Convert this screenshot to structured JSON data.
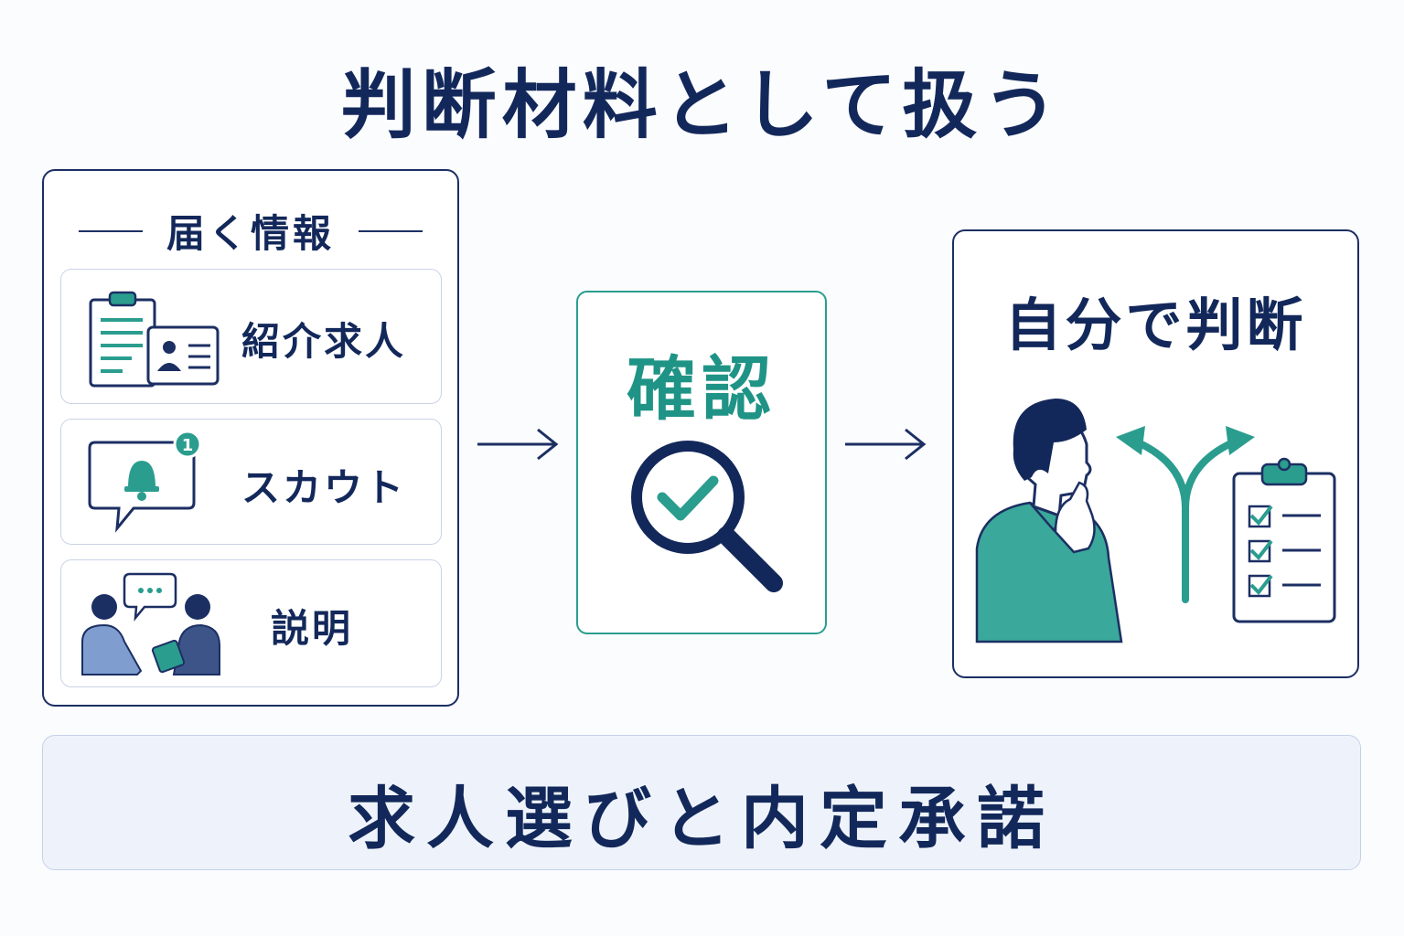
{
  "title": "判断材料として扱う",
  "info_panel": {
    "heading": "届く情報",
    "items": [
      {
        "label": "紹介求人",
        "icon": "job-document-icon"
      },
      {
        "label": "スカウト",
        "icon": "notification-bell-icon",
        "badge": "1"
      },
      {
        "label": "説明",
        "icon": "conversation-icon"
      }
    ]
  },
  "confirm": {
    "label": "確認",
    "icon": "magnifier-check-icon"
  },
  "decide": {
    "label": "自分で判断",
    "icon": "thinking-person-icon"
  },
  "bottom": {
    "label": "求人選びと内定承諾"
  },
  "colors": {
    "navy": "#13285a",
    "teal": "#2a9d8f",
    "bar_bg": "#eef3fb"
  }
}
